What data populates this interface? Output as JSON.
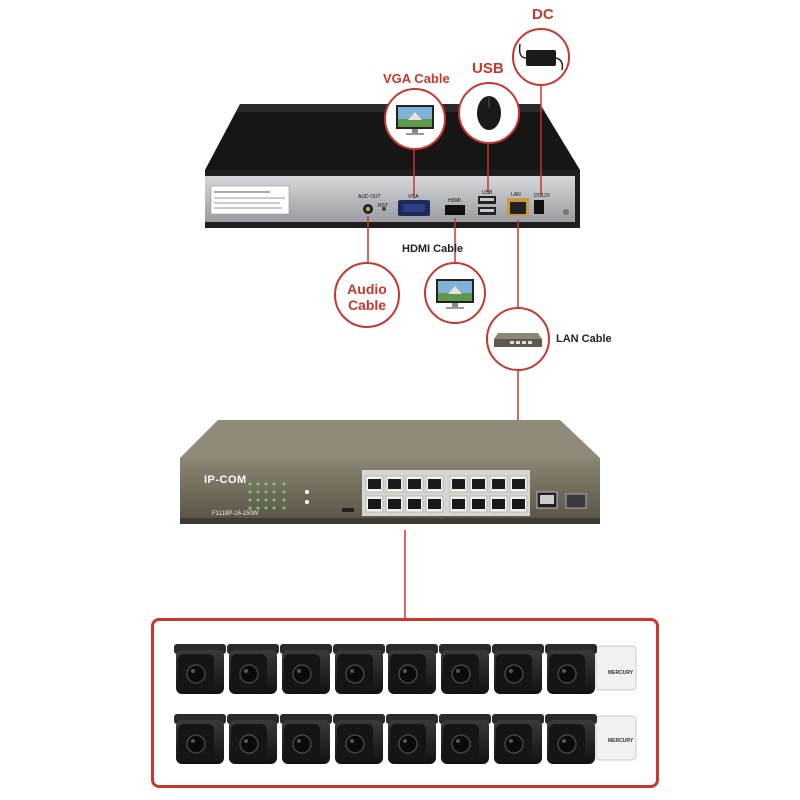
{
  "labels": {
    "dc": "DC",
    "usb": "USB",
    "vga_cable": "VGA Cable",
    "hdmi_cable": "HDMI Cable",
    "audio_cable_line1": "Audio",
    "audio_cable_line2": "Cable",
    "lan_cable": "LAN Cable"
  },
  "nvr": {
    "port_audio_out": "AUD OUT",
    "port_rst": "RST",
    "port_vga": "VGA",
    "port_hdmi": "HDMI",
    "port_usb": "USB",
    "port_lan": "LAN",
    "port_dc": "DC12V"
  },
  "switch": {
    "brand": "IP-COM",
    "model": "F1118P-16-150W"
  },
  "cameras": {
    "brand": "MERCURY",
    "rows": 2,
    "per_row": 8
  },
  "colors": {
    "accent_red": "#c8372d",
    "nvr_body": "#1a1a1a",
    "switch_body": "#5e594c",
    "camera_body": "#1c1c1c"
  }
}
